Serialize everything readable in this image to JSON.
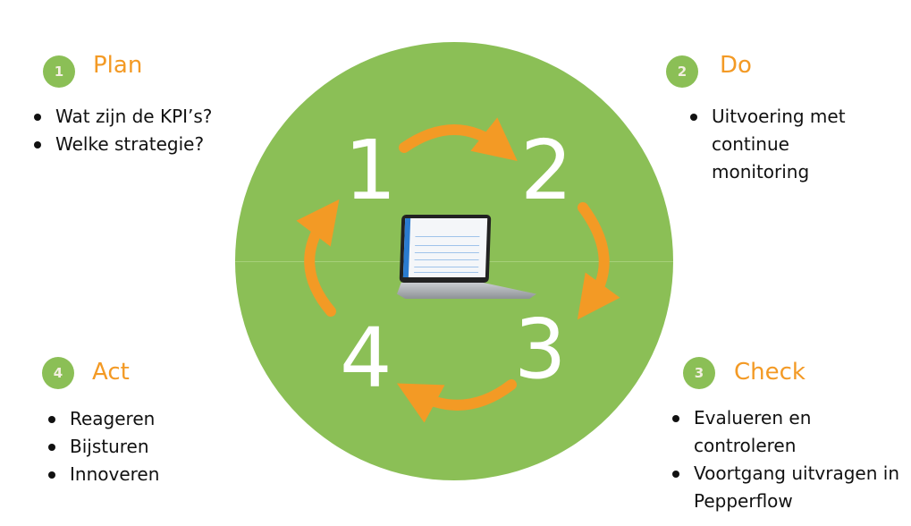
{
  "colors": {
    "green": "#8bbf56",
    "orange": "#f39a25"
  },
  "cycle_numbers": [
    "1",
    "2",
    "3",
    "4"
  ],
  "center_image": "laptop-dashboard",
  "steps": [
    {
      "badge": "1",
      "title": "Plan",
      "bullets": [
        "Wat zijn de KPI’s?",
        "Welke strategie?"
      ]
    },
    {
      "badge": "2",
      "title": "Do",
      "bullets": [
        "Uitvoering met continue monitoring"
      ]
    },
    {
      "badge": "3",
      "title": "Check",
      "bullets": [
        "Evalueren en controleren",
        "Voortgang uitvragen in Pepperflow"
      ]
    },
    {
      "badge": "4",
      "title": "Act",
      "bullets": [
        "Reageren",
        "Bijsturen",
        "Innoveren"
      ]
    }
  ]
}
